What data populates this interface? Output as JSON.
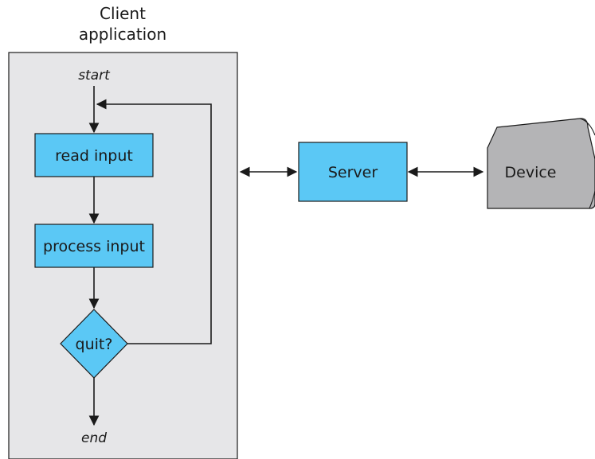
{
  "diagram": {
    "client": {
      "title_line1": "Client",
      "title_line2": "application"
    },
    "flow": {
      "start_label": "start",
      "read_input_label": "read input",
      "process_input_label": "process input",
      "decision_label": "quit?",
      "end_label": "end"
    },
    "server": {
      "label": "Server"
    },
    "device": {
      "label": "Device"
    }
  },
  "colors": {
    "client_panel": "#e6e6e8",
    "box_fill": "#5bc8f5",
    "device_fill": "#b4b4b6",
    "line": "#1a1a1a"
  }
}
